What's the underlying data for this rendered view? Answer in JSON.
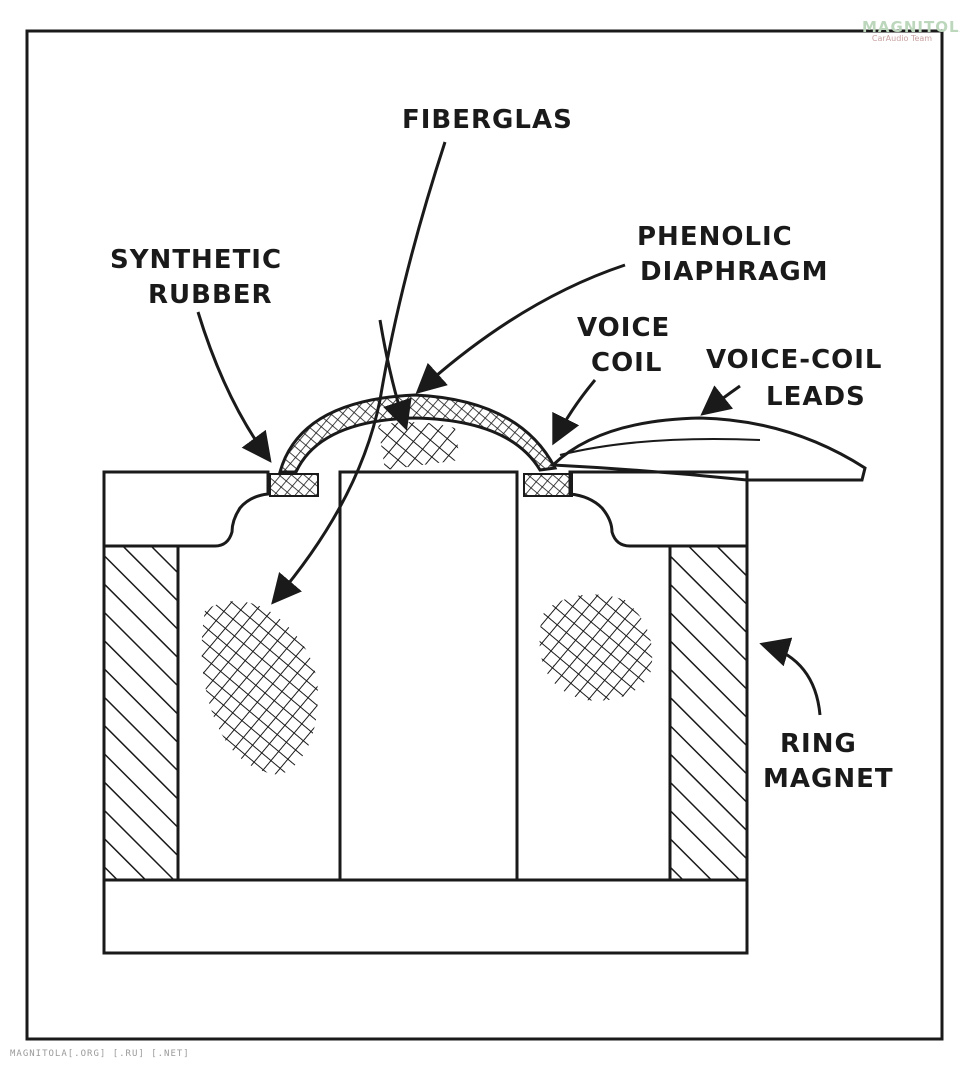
{
  "labels": {
    "fiberglas": "FIBERGLAS",
    "phenolic_1": "PHENOLIC",
    "phenolic_2": "DIAPHRAGM",
    "synthetic_1": "SYNTHETIC",
    "synthetic_2": "RUBBER",
    "voice_coil_1": "VOICE",
    "voice_coil_2": "COIL",
    "leads_1": "VOICE-COIL",
    "leads_2": "LEADS",
    "ring_1": "RING",
    "ring_2": "MAGNET"
  },
  "watermark": {
    "line1": "MAGNITOLA",
    "line2": "CarAudio Team"
  },
  "footer": "MAGNITOLA[.ORG] [.RU] [.NET]",
  "colors": {
    "ink": "#1a1a1a",
    "paper": "#ffffff",
    "watermark": "#bcd7bc"
  }
}
